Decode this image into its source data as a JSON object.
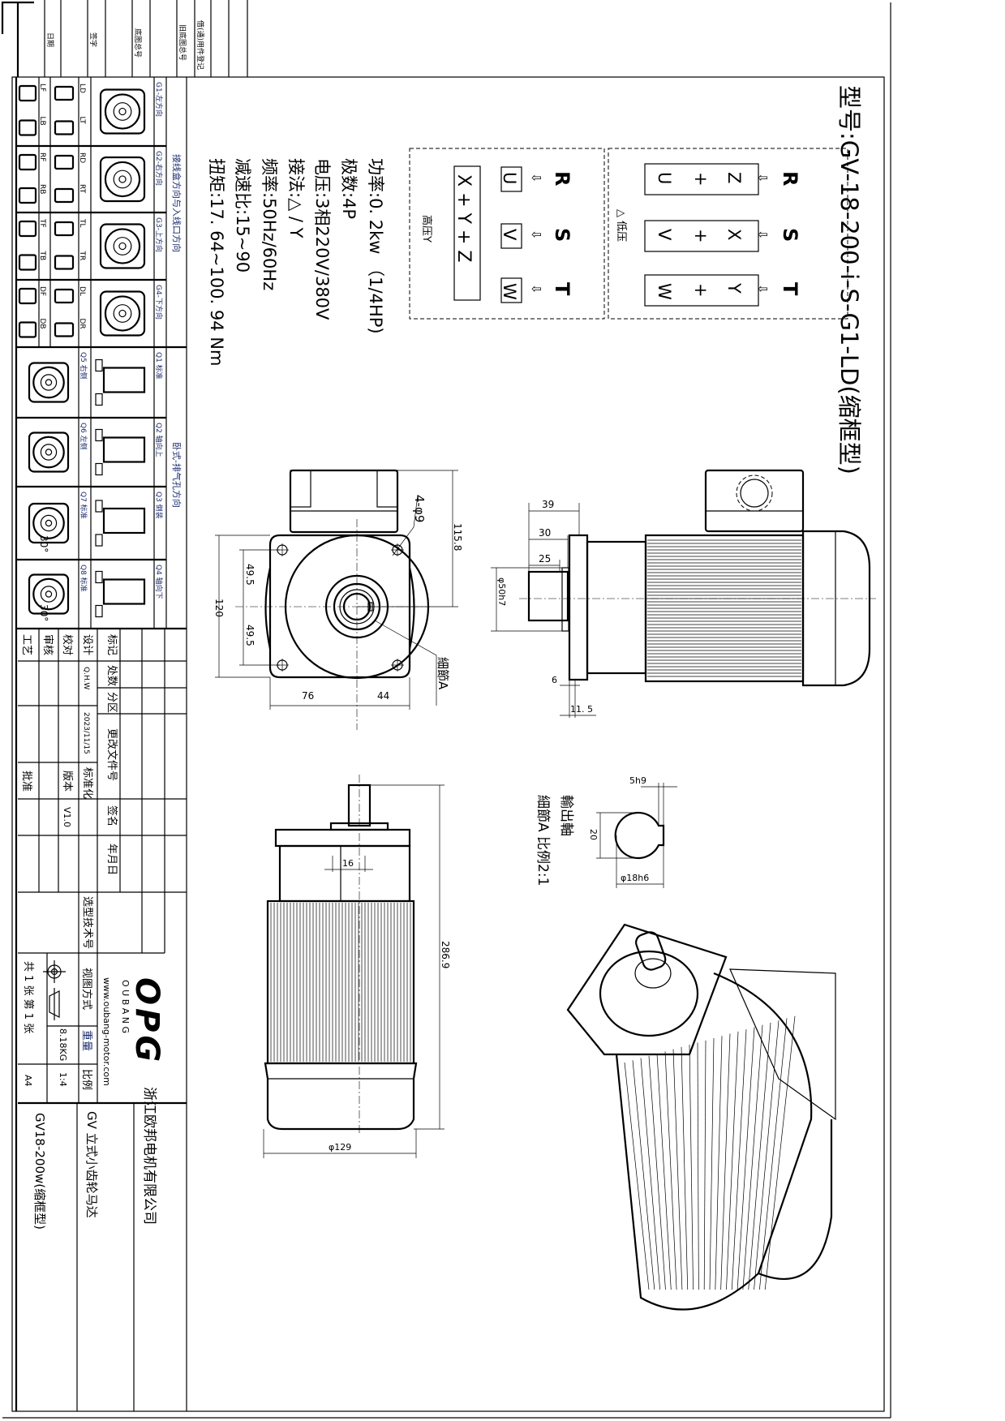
{
  "revision_header": [
    "日期",
    "签字",
    "底图总号",
    "旧底图总号",
    "借(通)用件登记"
  ],
  "title": "型号:GV-18-200-i-S-G1-LD(缩框型)",
  "specs": [
    "功率:0. 2kw （1/4HP)",
    "极数:4P",
    "电压:3相220V/380V",
    "接法:△ / Y",
    "频率:50Hz/60Hz",
    "减速比:15~90",
    "扭矩:17. 64~100. 94 Nm"
  ],
  "wiring": {
    "plus": "+",
    "arrow": "⇩",
    "low": {
      "label": "△ 低压",
      "phases": [
        "R",
        "S",
        "T"
      ],
      "pairs": [
        [
          "U",
          "Z"
        ],
        [
          "V",
          "X"
        ],
        [
          "W",
          "Y"
        ]
      ]
    },
    "high": {
      "label": "高压Y",
      "phases": [
        "R",
        "S",
        "T"
      ],
      "terminals": [
        "U",
        "V",
        "W"
      ],
      "star": "X + Y + Z"
    }
  },
  "mounting": {
    "heading": "接线盒方向与入线口方向",
    "groups": [
      {
        "label": "G1-左方向",
        "codes": [
          "LD",
          "LT",
          "LF",
          "LB"
        ]
      },
      {
        "label": "G2-右方向",
        "codes": [
          "RD",
          "RT",
          "RF",
          "RB"
        ]
      },
      {
        "label": "G3-上方向",
        "codes": [
          "TL",
          "TR",
          "TF",
          "TB"
        ]
      },
      {
        "label": "G4-下方向",
        "codes": [
          "DL",
          "DR",
          "DF",
          "DB"
        ]
      }
    ]
  },
  "orientation": {
    "heading": "卧式-排气孔方向",
    "items": [
      {
        "label": "Q1 标准",
        "side_label": "Q5 右侧"
      },
      {
        "label": "Q2 轴向上",
        "side_label": "Q6 左侧"
      },
      {
        "label": "Q3 倒装",
        "side_label": "Q7 标准"
      },
      {
        "label": "Q4 轴向下",
        "side_label": "Q8 标准"
      }
    ],
    "angle": "30°"
  },
  "dimensions": {
    "front": {
      "height_total": "115.8",
      "holes": "4-φ9",
      "half_upper": "49.5",
      "half_lower": "49.5",
      "flange": "120",
      "left": "76",
      "right": "44",
      "detail": "細節A"
    },
    "side": {
      "d39": "39",
      "d30": "30",
      "d25": "25",
      "pilot": "φ50h7",
      "d6": "6",
      "d11_5": "11. 5"
    },
    "vertical": {
      "key": "16",
      "length": "286.9",
      "diameter": "φ129"
    },
    "shaft_detail": {
      "key": "5h9",
      "height": "20",
      "diameter": "φ18h6",
      "title1": "輸出軸",
      "title2": "細節A 比例2:1"
    }
  },
  "title_block": {
    "headers": [
      "标记",
      "处数",
      "分区",
      "更改文件号",
      "签名",
      "年月日"
    ],
    "roles": [
      "设计",
      "校对",
      "审核",
      "工艺"
    ],
    "designer": "Q.H.W",
    "date": "2023/11/15",
    "standardization": "标准化",
    "version_label": "版本",
    "version": "V1.0",
    "approve": "批准",
    "selection_no": "选型技术号",
    "view_method": "视图方式",
    "weight_label": "重量",
    "weight": "8.18KG",
    "scale_label": "比例",
    "scale": "1:4",
    "sheets": "共 1 张 第 1 张",
    "paper": "A4",
    "website": "www.oubang-motor.com",
    "brand_sub": "O U B A N G",
    "logo": "OPG",
    "company": "浙江欧邦电机有限公司",
    "product": "GV  立式小齿轮马达",
    "model": "GV18-200w(缩框型)"
  }
}
